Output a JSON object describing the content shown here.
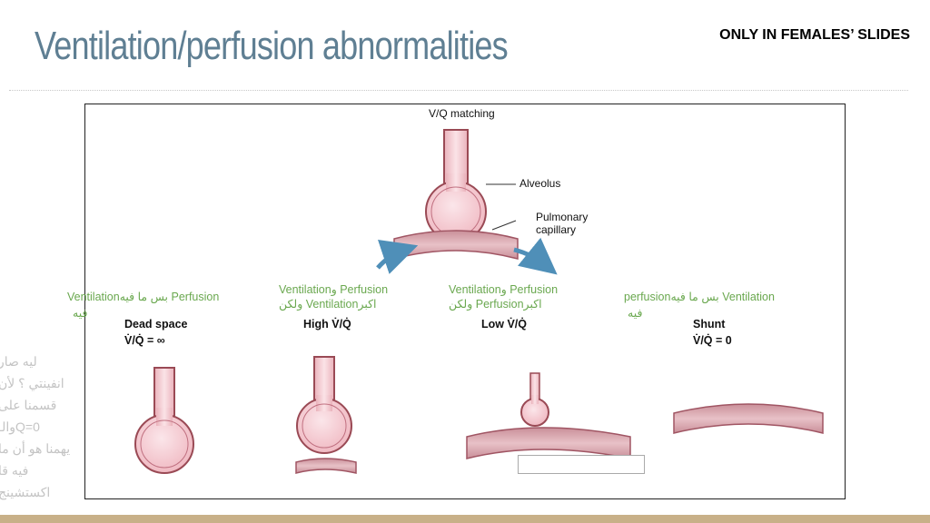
{
  "slide": {
    "title": "Ventilation/perfusion abnormalities",
    "badge": "ONLY IN FEMALES’ SLIDES",
    "side_note": [
      "ليه صار",
      "انفينتي ؟ لأن",
      "قسمنا على",
      "Q=0والـ",
      "يهمنا هو أن ما",
      "فيه قا",
      "اكستشينج"
    ]
  },
  "diagram": {
    "top_title": "V/Q matching",
    "alveolus_label": "Alveolus",
    "capillary_label_1": "Pulmonary",
    "capillary_label_2": "capillary",
    "panels": [
      {
        "name": "Dead space",
        "ratio": "V̇/Q̇ = ∞"
      },
      {
        "name": "High V̇/Q̇",
        "ratio": ""
      },
      {
        "name": "Low V̇/Q̇",
        "ratio": ""
      },
      {
        "name": "Shunt",
        "ratio": "V̇/Q̇ = 0"
      }
    ],
    "annotations": [
      {
        "line1": "Ventilationبس ما فيه  Perfusion",
        "line2": "فيه"
      },
      {
        "line1": "Ventilationو  Perfusion",
        "line2": "ولكن Ventilationاكبر"
      },
      {
        "line1": "Ventilationو  Perfusion",
        "line2": "ولكن Perfusionاكبر"
      },
      {
        "line1": "perfusionبس ما فيه  Ventilation",
        "line2": "فيه"
      }
    ]
  },
  "colors": {
    "title": "#5f7f93",
    "alveolus_fill": "#f6d2d8",
    "alveolus_stroke": "#9a4a55",
    "capillary_fill": "#d8a3ac",
    "arrow": "#4f8fb8",
    "annotation": "#6aa84f",
    "bottom_bar": "#c8b088"
  }
}
